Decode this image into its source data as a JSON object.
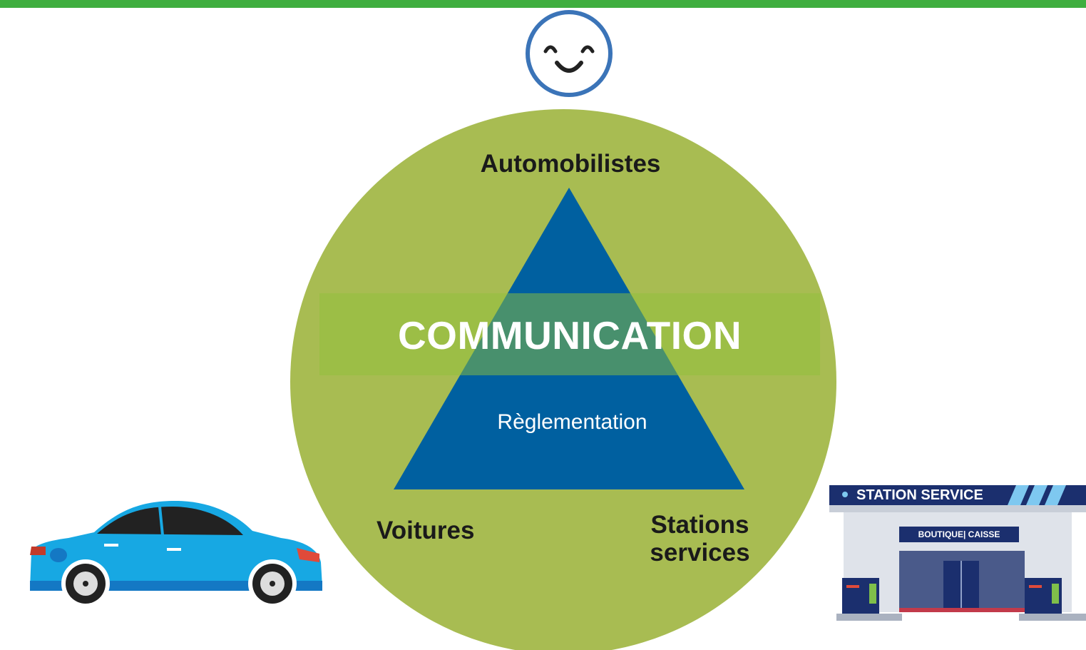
{
  "colors": {
    "top_bar": "#3fae3f",
    "circle": "#a8bc52",
    "triangle": "#0060a0",
    "band": "#8fbf3a",
    "smiley": "#3b74b8",
    "car_body": "#17a8e3",
    "station_sign": "#1b2f6e"
  },
  "icons": {
    "smiley": "smiling-face-icon",
    "car": "blue-car-illustration",
    "station": "gas-station-illustration"
  },
  "diagram": {
    "title": "COMMUNICATION",
    "top_label": "Automobilistes",
    "left_label": "Voitures",
    "right_label_line1": "Stations",
    "right_label_line2": "services",
    "base_text": "Règlementation"
  },
  "station": {
    "sign_text": "STATION SERVICE",
    "shop_text": "BOUTIQUE| CAISSE"
  }
}
